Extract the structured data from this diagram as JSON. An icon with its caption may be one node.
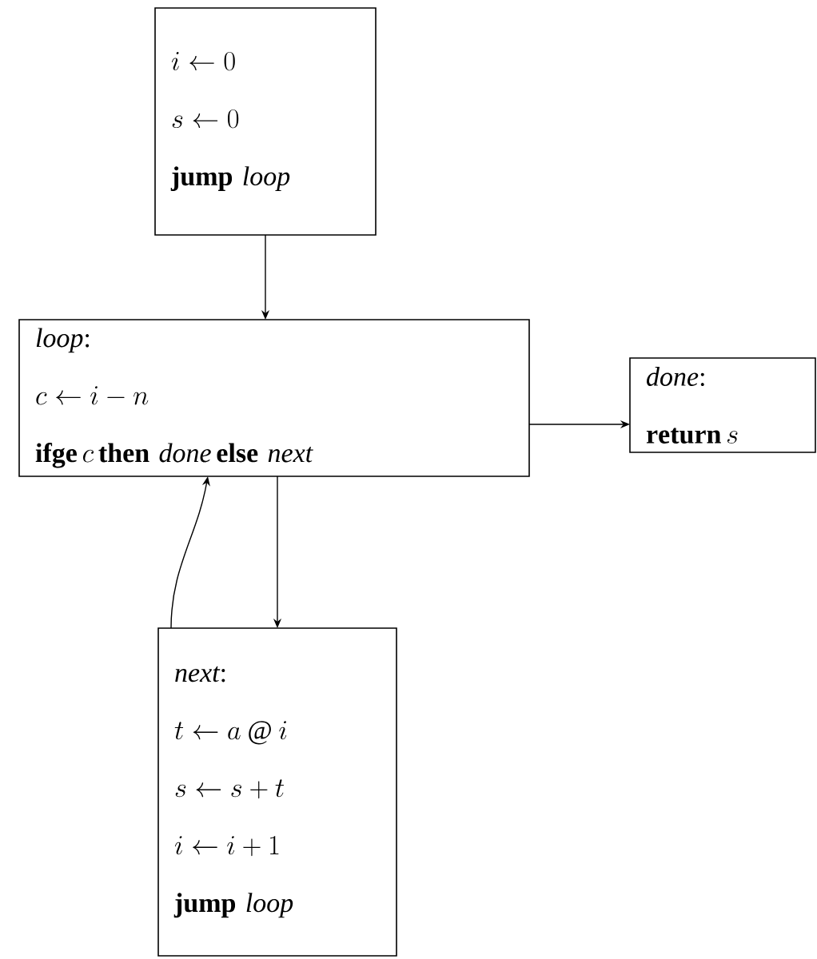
{
  "diagram": {
    "nodes": [
      {
        "text": [
          "i \\leftarrow 0",
          "s \\leftarrow 0",
          "\\mathbf{jump}\\ \\mathit{loop}"
        ]
      },
      {
        "text": [
          "\\mathit{loop}\\text{:}",
          "c \\leftarrow i - n",
          "\\mathbf{ifge}\\, c\\, \\mathbf{then}\\ \\mathit{done}\\, \\mathbf{else}\\ \\mathit{next}"
        ]
      },
      {
        "text": [
          "\\mathit{done}\\text{:}",
          "\\mathbf{return}\\, s"
        ]
      },
      {
        "text": [
          "\\mathit{next}\\text{:}",
          "t \\leftarrow a \\mathbin{@} i",
          "s \\leftarrow s + t",
          "i \\leftarrow i + 1",
          "\\mathbf{jump}\\ \\mathit{loop}"
        ]
      }
    ],
    "edges": [
      {
        "from": 0,
        "to": 1,
        "arrow": "to"
      },
      {
        "from": 1,
        "to": 2,
        "arrow": "to"
      },
      {
        "from": 1,
        "to": 3,
        "arrow": "to"
      },
      {
        "from": 3,
        "to": 1,
        "arrow": "to"
      }
    ]
  }
}
